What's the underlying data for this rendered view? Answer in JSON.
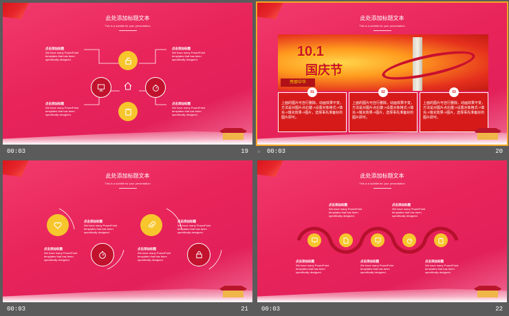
{
  "slides": [
    {
      "number": "19",
      "time": "00:03",
      "title": "此处添加标题文本",
      "subtitle": "This is a subtitle for your presentation",
      "blocks": [
        {
          "heading": "点击添加标题",
          "body": "We have many PowerPoint templates that has been specifically designed."
        },
        {
          "heading": "点击添加标题",
          "body": "We have many PowerPoint templates that has been specifically designed."
        },
        {
          "heading": "点击添加标题",
          "body": "We have many PowerPoint templates that has been specifically designed."
        },
        {
          "heading": "点击添加标题",
          "body": "We have many PowerPoint templates that has been specifically designed."
        }
      ],
      "icons": [
        "unlock-icon",
        "presentation-icon",
        "home-icon",
        "timer-icon",
        "clipboard-icon"
      ]
    },
    {
      "number": "20",
      "time": "00:03",
      "title": "此处添加标题文本",
      "subtitle": "This is a subtitle for your presentation",
      "banner_text": "国庆节",
      "banner_num": "10.1",
      "banner_small": "亮丽中华",
      "boxes": [
        {
          "num": "01",
          "text": "上面的图片可自行删除，动画效果不变，方法是对图片点右键->设置对象格式->填充->填充效果->图片，选择事先准备好的图片即可。"
        },
        {
          "num": "02",
          "text": "上面的图片可自行删除，动画效果不变，方法是对图片点右键->设置对象格式->填充->填充效果->图片，选择事先准备好的图片即可。"
        },
        {
          "num": "03",
          "text": "上面的图片可自行删除，动画效果不变，方法是对图片点右键->设置对象格式->填充->填充效果->图片，选择事先准备好的图片即可。"
        }
      ]
    },
    {
      "number": "21",
      "time": "00:03",
      "title": "此处添加标题文本",
      "subtitle": "This is a subtitle for your presentation",
      "blocks": [
        {
          "heading": "点击添加标题",
          "body": "We have many PowerPoint templates that has been specifically designed."
        },
        {
          "heading": "点击添加标题",
          "body": "We have many PowerPoint templates that has been specifically designed."
        },
        {
          "heading": "点击添加标题",
          "body": "We have many PowerPoint templates that has been specifically designed."
        },
        {
          "heading": "点击添加标题",
          "body": "We have many PowerPoint templates that has been specifically designed."
        }
      ]
    },
    {
      "number": "22",
      "time": "00:03",
      "title": "此处添加标题文本",
      "subtitle": "This is a subtitle for your presentation",
      "blocks": [
        {
          "heading": "点击添加标题",
          "body": "We have many PowerPoint templates that has been specifically designed."
        },
        {
          "heading": "点击添加标题",
          "body": "We have many PowerPoint templates that has been specifically designed."
        },
        {
          "heading": "点击添加标题",
          "body": "We have many PowerPoint templates that has been specifically designed."
        },
        {
          "heading": "点击添加标题",
          "body": "We have many PowerPoint templates that has been specifically designed."
        },
        {
          "heading": "点击添加标题",
          "body": "We have many PowerPoint templates that has been specifically designed."
        }
      ]
    }
  ],
  "colors": {
    "slide_pink": "#e8245a",
    "yellow": "#f7c62d",
    "dark_red": "#c2122e",
    "box_red": "#d61a1a"
  }
}
